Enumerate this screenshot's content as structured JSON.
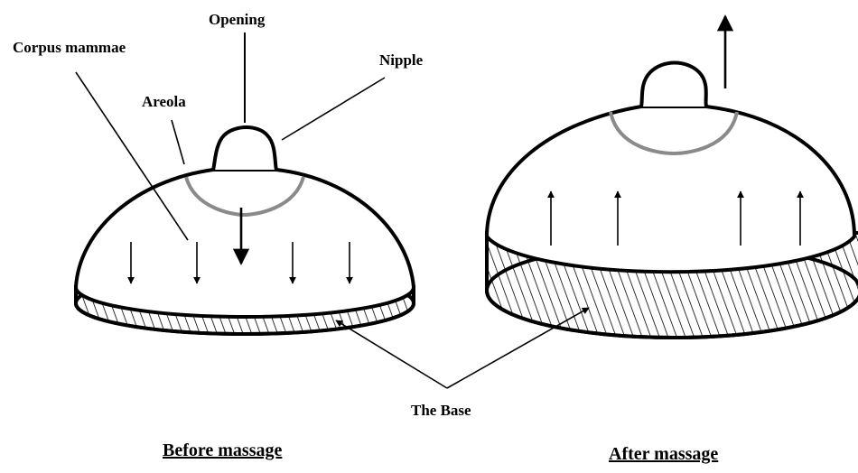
{
  "labels": {
    "opening": "Opening",
    "corpus_mammae": "Corpus mammae",
    "nipple": "Nipple",
    "areola": "Areola",
    "the_base": "The Base"
  },
  "captions": {
    "before": "Before massage",
    "after": "After massage"
  },
  "colors": {
    "outline": "#000000",
    "areola_ring": "#8a8a8a",
    "background": "#ffffff"
  }
}
